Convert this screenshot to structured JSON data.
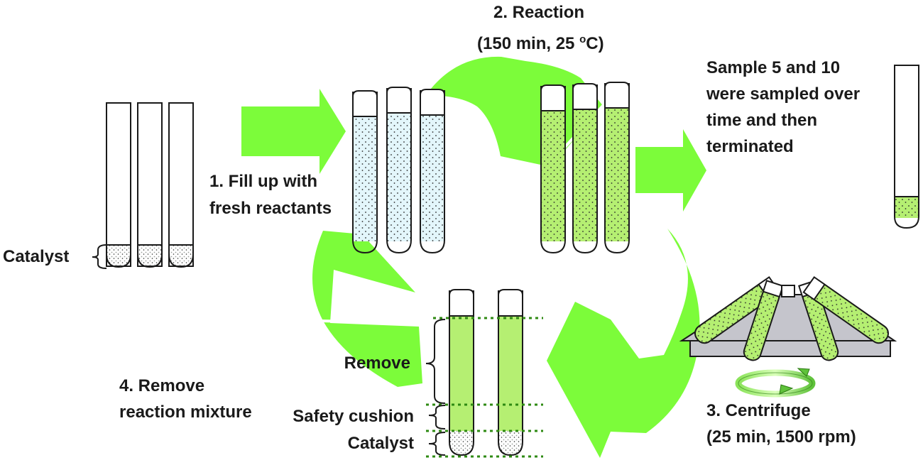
{
  "labels": {
    "catalyst_left": "Catalyst",
    "step1_line1": "1. Fill up with",
    "step1_line2": "fresh reactants",
    "step2_line1": "2. Reaction",
    "step2_line2_a": "(150 min, 25 ",
    "step2_sup": "o",
    "step2_line2_b": "C)",
    "sample_line1": "Sample 5 and 10",
    "sample_line2": "were sampled over",
    "sample_line3": "time and then",
    "sample_line4": "terminated",
    "step3_line1": "3. Centrifuge",
    "step3_line2": "(25 min, 1500 rpm)",
    "step4_line1": "4. Remove",
    "step4_line2": "reaction mixture",
    "remove": "Remove",
    "safety_cushion": "Safety cushion",
    "catalyst_bottom": "Catalyst"
  },
  "colors": {
    "arrow_green": "#7cfc3a",
    "liquid_blue": "#e3f6fb",
    "liquid_green": "#b5ef72",
    "catalyst": "#555c58",
    "outline": "#1a1a1a",
    "guide_green": "#2e8a12",
    "rotor_plate": "#c5c5cc"
  }
}
